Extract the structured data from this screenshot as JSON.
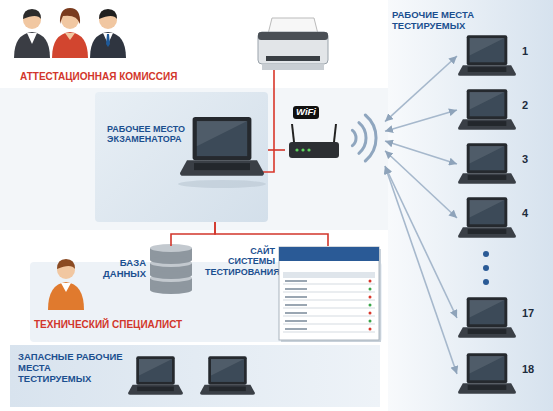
{
  "diagram": {
    "nodes": [
      {
        "text": [
          "АТТЕСТАЦИОННАЯ КОМИССИЯ"
        ]
      },
      {
        "text": [
          "РАБОЧИЕ МЕСТА ТЕСТИРУЕМЫХ"
        ]
      },
      {
        "text": [
          "1"
        ],
        "in": 1
      },
      {
        "text": [
          "2"
        ],
        "in": 1
      },
      {
        "text": [
          "3"
        ],
        "in": 1
      },
      {
        "text": [
          "4"
        ],
        "in": 1
      },
      {
        "text": [
          "17"
        ],
        "in": 1
      },
      {
        "text": [
          "18"
        ],
        "in": 1
      },
      {
        "text": [
          "РАБОЧЕЕ МЕСТО ЭКЗАМЕНАТОРА"
        ]
      },
      {
        "text": [
          "WiFi"
        ]
      },
      {
        "text": [
          "БАЗА ДАННЫХ"
        ]
      },
      {
        "text": [
          "САЙТ СИСТЕМЫ ТЕСТИРОВАНИЯ",
          "on-line тестирование",
          "Список тестов"
        ]
      },
      {
        "text": [
          "ТЕХНИЧЕСКИЙ СПЕЦИАЛИСТ"
        ]
      },
      {
        "text": [
          "ЗАПАСНЫЕ РАБОЧИЕ МЕСТА ТЕСТИРУЕМЫХ"
        ]
      }
    ],
    "edges": [
      {
        "from": 8,
        "to": 9,
        "arrow": "none"
      },
      {
        "from": 8,
        "to": 10,
        "arrow": "none"
      },
      {
        "from": 8,
        "to": 11,
        "arrow": "none"
      },
      {
        "from": 9,
        "to": 2,
        "arrow": "both"
      },
      {
        "from": 9,
        "to": 3,
        "arrow": "both"
      },
      {
        "from": 9,
        "to": 4,
        "arrow": "both"
      },
      {
        "from": 9,
        "to": 5,
        "arrow": "both"
      },
      {
        "from": 9,
        "to": 6,
        "arrow": "both"
      },
      {
        "from": 9,
        "to": 7,
        "arrow": "both"
      }
    ]
  }
}
